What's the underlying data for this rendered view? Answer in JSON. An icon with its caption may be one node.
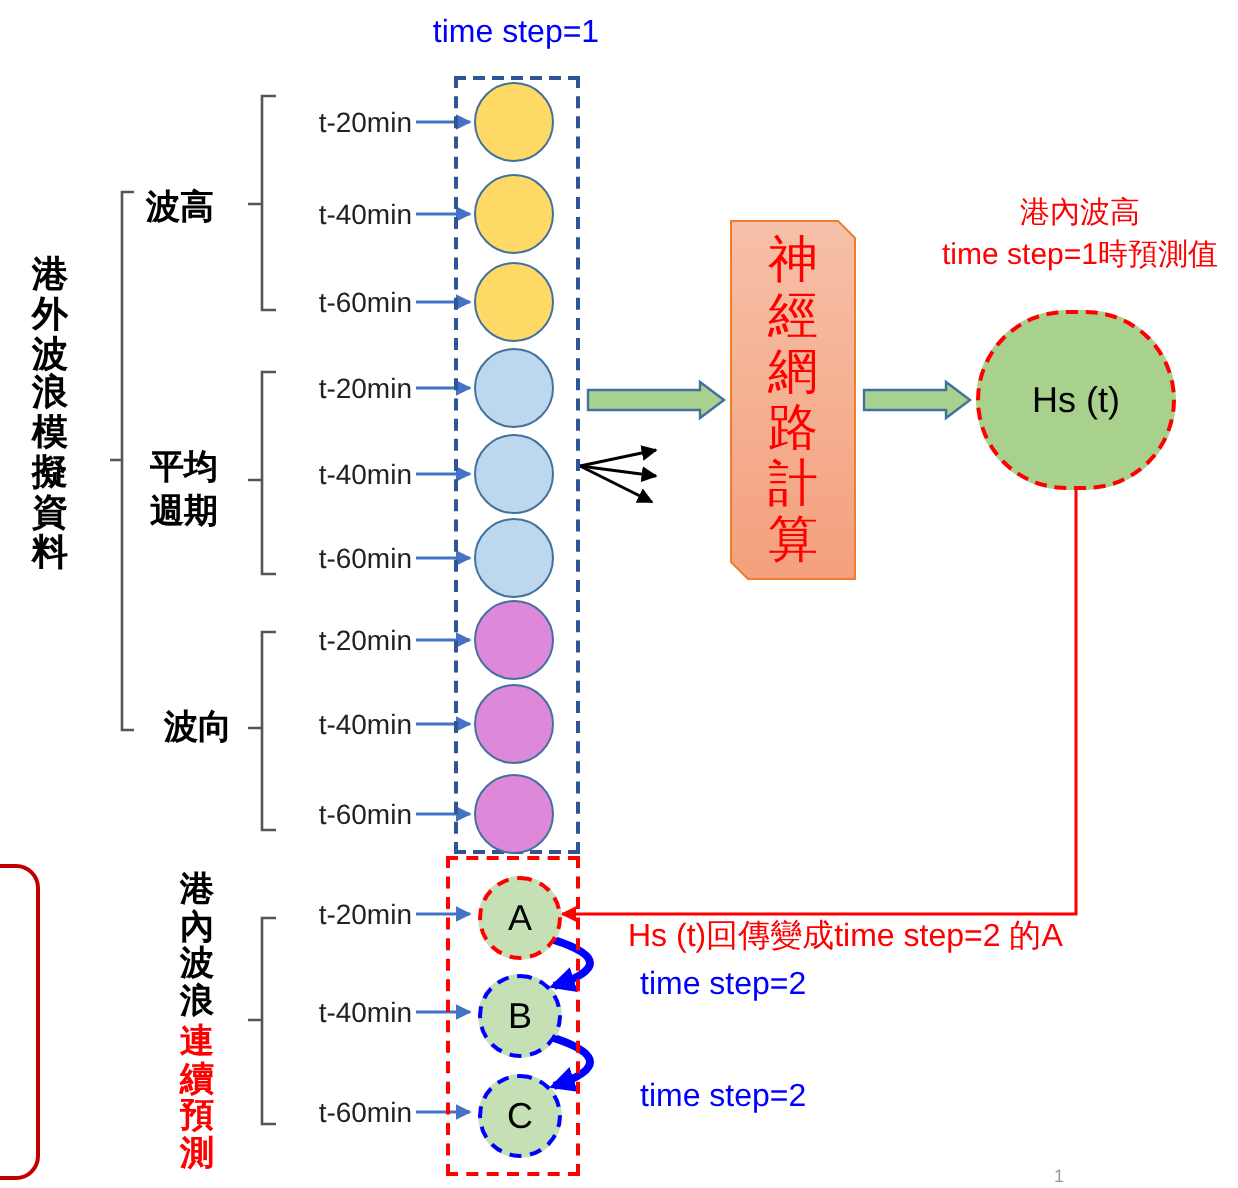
{
  "diagram": {
    "nodes": [
      {
        "text": [
          "time step=1"
        ]
      },
      {
        "text": [],
        "shape": "circle",
        "in": 0
      },
      {
        "text": [],
        "shape": "circle",
        "in": 0
      },
      {
        "text": [],
        "shape": "circle",
        "in": 0
      },
      {
        "text": [],
        "shape": "circle",
        "in": 0
      },
      {
        "text": [],
        "shape": "circle",
        "in": 0
      },
      {
        "text": [],
        "shape": "circle",
        "in": 0
      },
      {
        "text": [],
        "shape": "circle",
        "in": 0
      },
      {
        "text": [],
        "shape": "circle",
        "in": 0
      },
      {
        "text": [],
        "shape": "circle",
        "in": 0
      },
      {
        "text": [],
        "shape": "box"
      },
      {
        "text": [
          "A"
        ],
        "in": 10
      },
      {
        "text": [
          "B"
        ],
        "in": 10
      },
      {
        "text": [
          "C"
        ],
        "in": 10
      },
      {
        "text": [
          "t-20min"
        ]
      },
      {
        "text": [
          "t-40min"
        ]
      },
      {
        "text": [
          "t-60min"
        ]
      },
      {
        "text": [
          "t-20min"
        ]
      },
      {
        "text": [
          "t-40min"
        ]
      },
      {
        "text": [
          "t-60min"
        ]
      },
      {
        "text": [
          "t-20min"
        ]
      },
      {
        "text": [
          "t-40min"
        ]
      },
      {
        "text": [
          "t-60min"
        ]
      },
      {
        "text": [
          "t-20min"
        ]
      },
      {
        "text": [
          "t-40min"
        ]
      },
      {
        "text": [
          "t-60min"
        ]
      },
      {
        "text": [
          "神經網路計算"
        ]
      },
      {
        "text": [
          "港內波高",
          "time step=1時預測值",
          "Hs (t)"
        ]
      }
    ],
    "edges": [
      {
        "from": 14,
        "to": 1,
        "arrow": "to"
      },
      {
        "from": 15,
        "to": 2,
        "arrow": "to"
      },
      {
        "from": 16,
        "to": 3,
        "arrow": "to"
      },
      {
        "from": 17,
        "to": 4,
        "arrow": "to"
      },
      {
        "from": 18,
        "to": 5,
        "arrow": "to"
      },
      {
        "from": 19,
        "to": 6,
        "arrow": "to"
      },
      {
        "from": 20,
        "to": 7,
        "arrow": "to"
      },
      {
        "from": 21,
        "to": 8,
        "arrow": "to"
      },
      {
        "from": 22,
        "to": 9,
        "arrow": "to"
      },
      {
        "from": 23,
        "to": 11,
        "arrow": "to"
      },
      {
        "from": 24,
        "to": 12,
        "arrow": "to"
      },
      {
        "from": 25,
        "to": 13,
        "arrow": "to"
      },
      {
        "from": 0,
        "to": 26,
        "arrow": "to",
        "style": "thick",
        "color": "#a9d18e"
      },
      {
        "from": 26,
        "to": 27,
        "arrow": "to",
        "style": "thick",
        "color": "#a9d18e"
      },
      {
        "from": 0,
        "to": null,
        "arrow": "to",
        "color": "#000000"
      },
      {
        "from": 0,
        "to": null,
        "arrow": "to",
        "color": "#000000"
      },
      {
        "from": 0,
        "to": null,
        "arrow": "to",
        "color": "#000000"
      },
      {
        "from": 27,
        "to": 11,
        "arrow": "to",
        "color": "#ff0000",
        "label": "Hs (t)回傳變成time step=2 的A"
      },
      {
        "from": 11,
        "to": 12,
        "arrow": "to",
        "style": "thick",
        "color": "#0000ff",
        "label": "time step=2"
      },
      {
        "from": 12,
        "to": 13,
        "arrow": "to",
        "style": "thick",
        "color": "#0000ff",
        "label": "time step=2"
      }
    ],
    "labels": [
      "港外波浪模擬資料",
      "波高",
      "平均週期",
      "波向",
      "港內波浪",
      "連續預測",
      "1"
    ]
  }
}
